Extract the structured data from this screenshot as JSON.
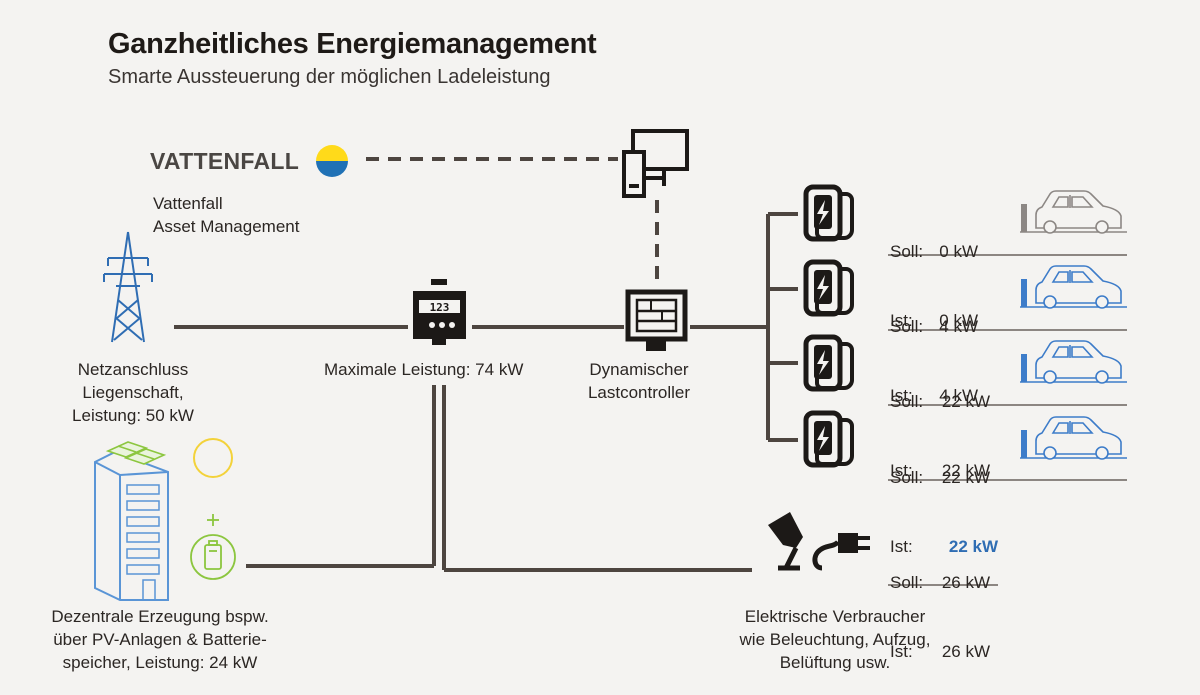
{
  "header": {
    "title": "Ganzheitliches Energiemanagement",
    "subtitle": "Smarte Aussteuerung der möglichen Ladeleistung"
  },
  "brand": {
    "logo_text": "VATTENFALL",
    "logo_colors": {
      "top": "#ffda1a",
      "bottom": "#2071b5"
    }
  },
  "labels": {
    "asset_management": [
      "Vattenfall",
      "Asset Management"
    ],
    "grid_connection": [
      "Netzanschluss",
      "Liegenschaft,",
      "Leistung: 50 kW"
    ],
    "max_power": "Maximale Leistung: 74 kW",
    "controller": [
      "Dynamischer",
      "Lastcontroller"
    ],
    "decentral": [
      "Dezentrale Erzeugung bspw.",
      "über PV-Anlagen & Batterie-",
      "speicher, Leistung: 24 kW"
    ],
    "consumers": [
      "Elektrische Verbraucher",
      "wie Beleuchtung, Aufzug,",
      "Belüftung usw."
    ]
  },
  "meter_display": "123",
  "chargers": [
    {
      "soll_label": "Soll:",
      "soll": "0 kW",
      "ist_label": "Ist:",
      "ist": "0 kW",
      "car_color": "#8c8784",
      "highlight": false
    },
    {
      "soll_label": "Soll:",
      "soll": "4 kW",
      "ist_label": "Ist:",
      "ist": "4 kW",
      "car_color": "#3d7cc9",
      "highlight": false
    },
    {
      "soll_label": "Soll:",
      "soll": "22 kW",
      "ist_label": "Ist:",
      "ist": "22 kW",
      "car_color": "#3d7cc9",
      "highlight": false
    },
    {
      "soll_label": "Soll:",
      "soll": "22 kW",
      "ist_label": "Ist:",
      "ist": "22 kW",
      "car_color": "#3d7cc9",
      "highlight": true
    }
  ],
  "consumer_values": {
    "soll_label": "Soll:",
    "soll": "26 kW",
    "ist_label": "Ist:",
    "ist": "26 kW"
  },
  "colors": {
    "line": "#4d4540",
    "highlight": "#2f6db3",
    "pv_green": "#8cc63f",
    "building_blue": "#5a95d6",
    "sun": "#f3d23a"
  }
}
